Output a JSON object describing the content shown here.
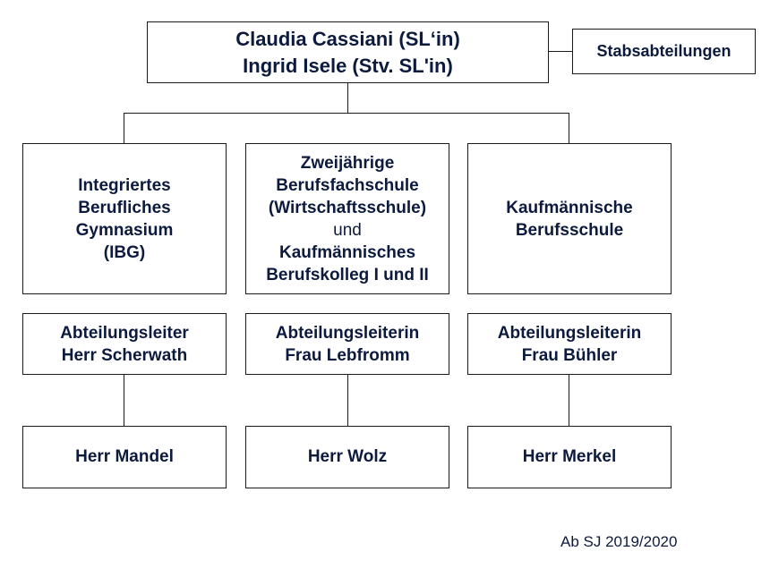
{
  "leadership": {
    "line1": "Claudia Cassiani (SL‘in)",
    "line2": "Ingrid Isele (Stv. SL'in)"
  },
  "staff_unit": {
    "label": "Stabsabteilungen"
  },
  "departments": [
    {
      "lines": [
        "Integriertes",
        "Berufliches",
        "Gymnasium",
        "(IBG)"
      ],
      "head": [
        "Abteilungsleiter",
        "Herr Scherwath"
      ],
      "staff": "Herr Mandel"
    },
    {
      "lines": [
        "Zweijährige",
        "Berufsfachschule",
        "(Wirtschaftsschule)",
        "und",
        "Kaufmännisches",
        "Berufskolleg I und II"
      ],
      "head": [
        "Abteilungsleiterin",
        "Frau Lebfromm"
      ],
      "staff": "Herr Wolz"
    },
    {
      "lines": [
        "Kaufmännische",
        "Berufsschule"
      ],
      "head": [
        "Abteilungsleiterin",
        "Frau Bühler"
      ],
      "staff": "Herr Merkel"
    }
  ],
  "footer": {
    "text": "Ab SJ 2019/2020"
  },
  "colors": {
    "text": "#0c1a3d",
    "lines": "#1a1a1a",
    "background": "#ffffff"
  }
}
